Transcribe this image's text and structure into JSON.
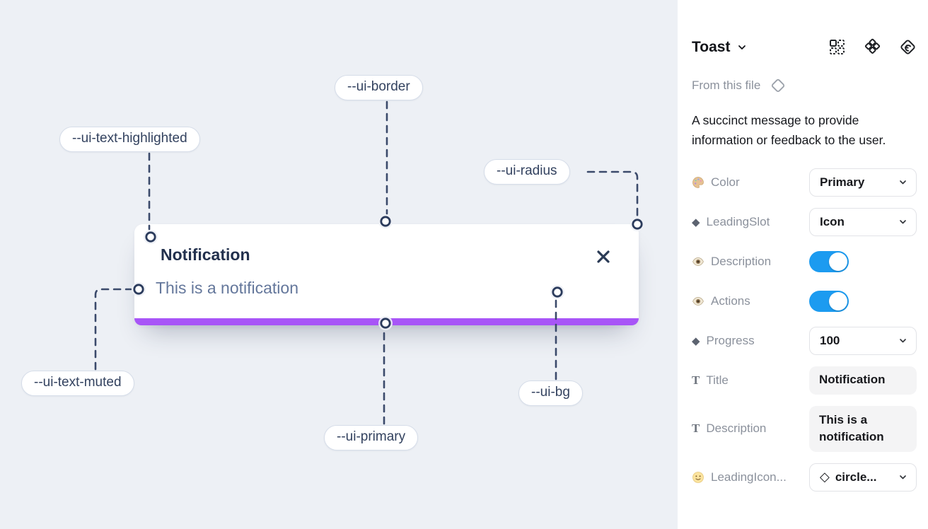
{
  "canvas": {
    "toast": {
      "title": "Notification",
      "description": "This is a notification",
      "close_icon": "close-icon",
      "progress_bar_color": "#a855f7"
    },
    "labels": [
      {
        "text": "--ui-text-highlighted"
      },
      {
        "text": "--ui-border"
      },
      {
        "text": "--ui-radius"
      },
      {
        "text": "--ui-text-muted"
      },
      {
        "text": "--ui-primary"
      },
      {
        "text": "--ui-bg"
      }
    ],
    "colors": {
      "background": "#edf0f5",
      "connector": "#3b4a6b",
      "title_text": "#22304d",
      "muted_text": "#64779b"
    }
  },
  "panel": {
    "title": "Toast",
    "header_icons": [
      "instance-swap-icon",
      "component-icon",
      "return-to-component-icon"
    ],
    "source": "From this file",
    "description": "A succinct message to provide information or feedback to the user.",
    "properties": [
      {
        "icon": "palette-icon",
        "label": "Color",
        "control": "select",
        "value": "Primary"
      },
      {
        "icon": "diamond-icon",
        "icon_glyph": "◆",
        "label": "LeadingSlot",
        "control": "select",
        "value": "Icon"
      },
      {
        "icon": "eye-icon",
        "label": "Description",
        "control": "toggle",
        "value": "on"
      },
      {
        "icon": "eye-icon",
        "label": "Actions",
        "control": "toggle",
        "value": "on"
      },
      {
        "icon": "diamond-icon",
        "icon_glyph": "◆",
        "label": "Progress",
        "control": "select",
        "value": "100"
      },
      {
        "icon": "type-icon",
        "icon_glyph": "T",
        "label": "Title",
        "control": "text",
        "value": "Notification"
      },
      {
        "icon": "type-icon",
        "icon_glyph": "T",
        "label": "Description",
        "control": "text",
        "value": "This is a notification"
      },
      {
        "icon": "smiley-icon",
        "label": "LeadingIcon...",
        "control": "select",
        "value_icon_glyph": "◇",
        "value": "circle..."
      }
    ],
    "colors": {
      "toggle_on": "#1c9bf0"
    }
  }
}
